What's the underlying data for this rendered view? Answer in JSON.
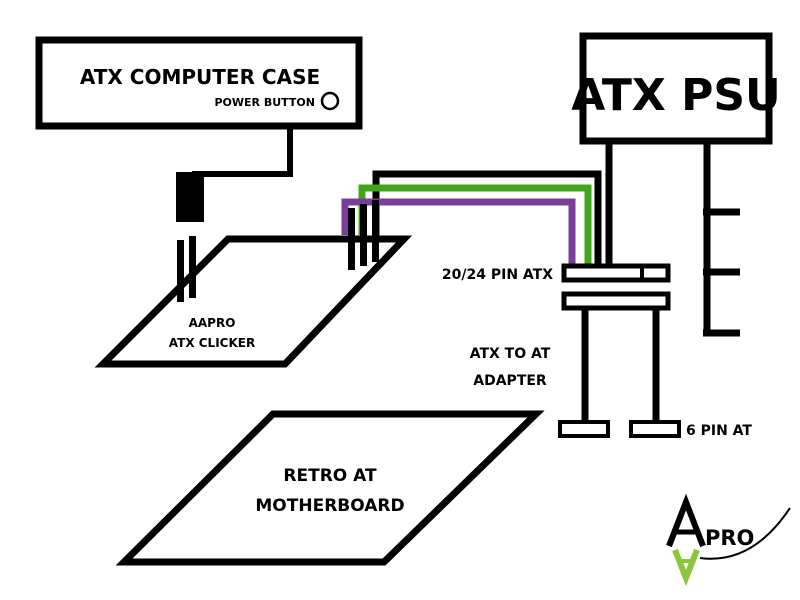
{
  "case": {
    "title": "ATX COMPUTER CASE",
    "power_button_label": "POWER BUTTON"
  },
  "psu": {
    "title": "ATX PSU"
  },
  "clicker": {
    "line1": "AAPRO",
    "line2": "ATX CLICKER"
  },
  "connectors": {
    "atx_main": "20/24 PIN ATX",
    "adapter_line1": "ATX TO AT",
    "adapter_line2": "ADAPTER",
    "at_power": "6 PIN AT"
  },
  "motherboard": {
    "line1": "RETRO AT",
    "line2": "MOTHERBOARD"
  },
  "logo": {
    "text": "PRO"
  },
  "colors": {
    "line": "#000000",
    "wire_green": "#3fa51a",
    "wire_purple": "#7a3e9a",
    "logo_green": "#8cc63f"
  }
}
